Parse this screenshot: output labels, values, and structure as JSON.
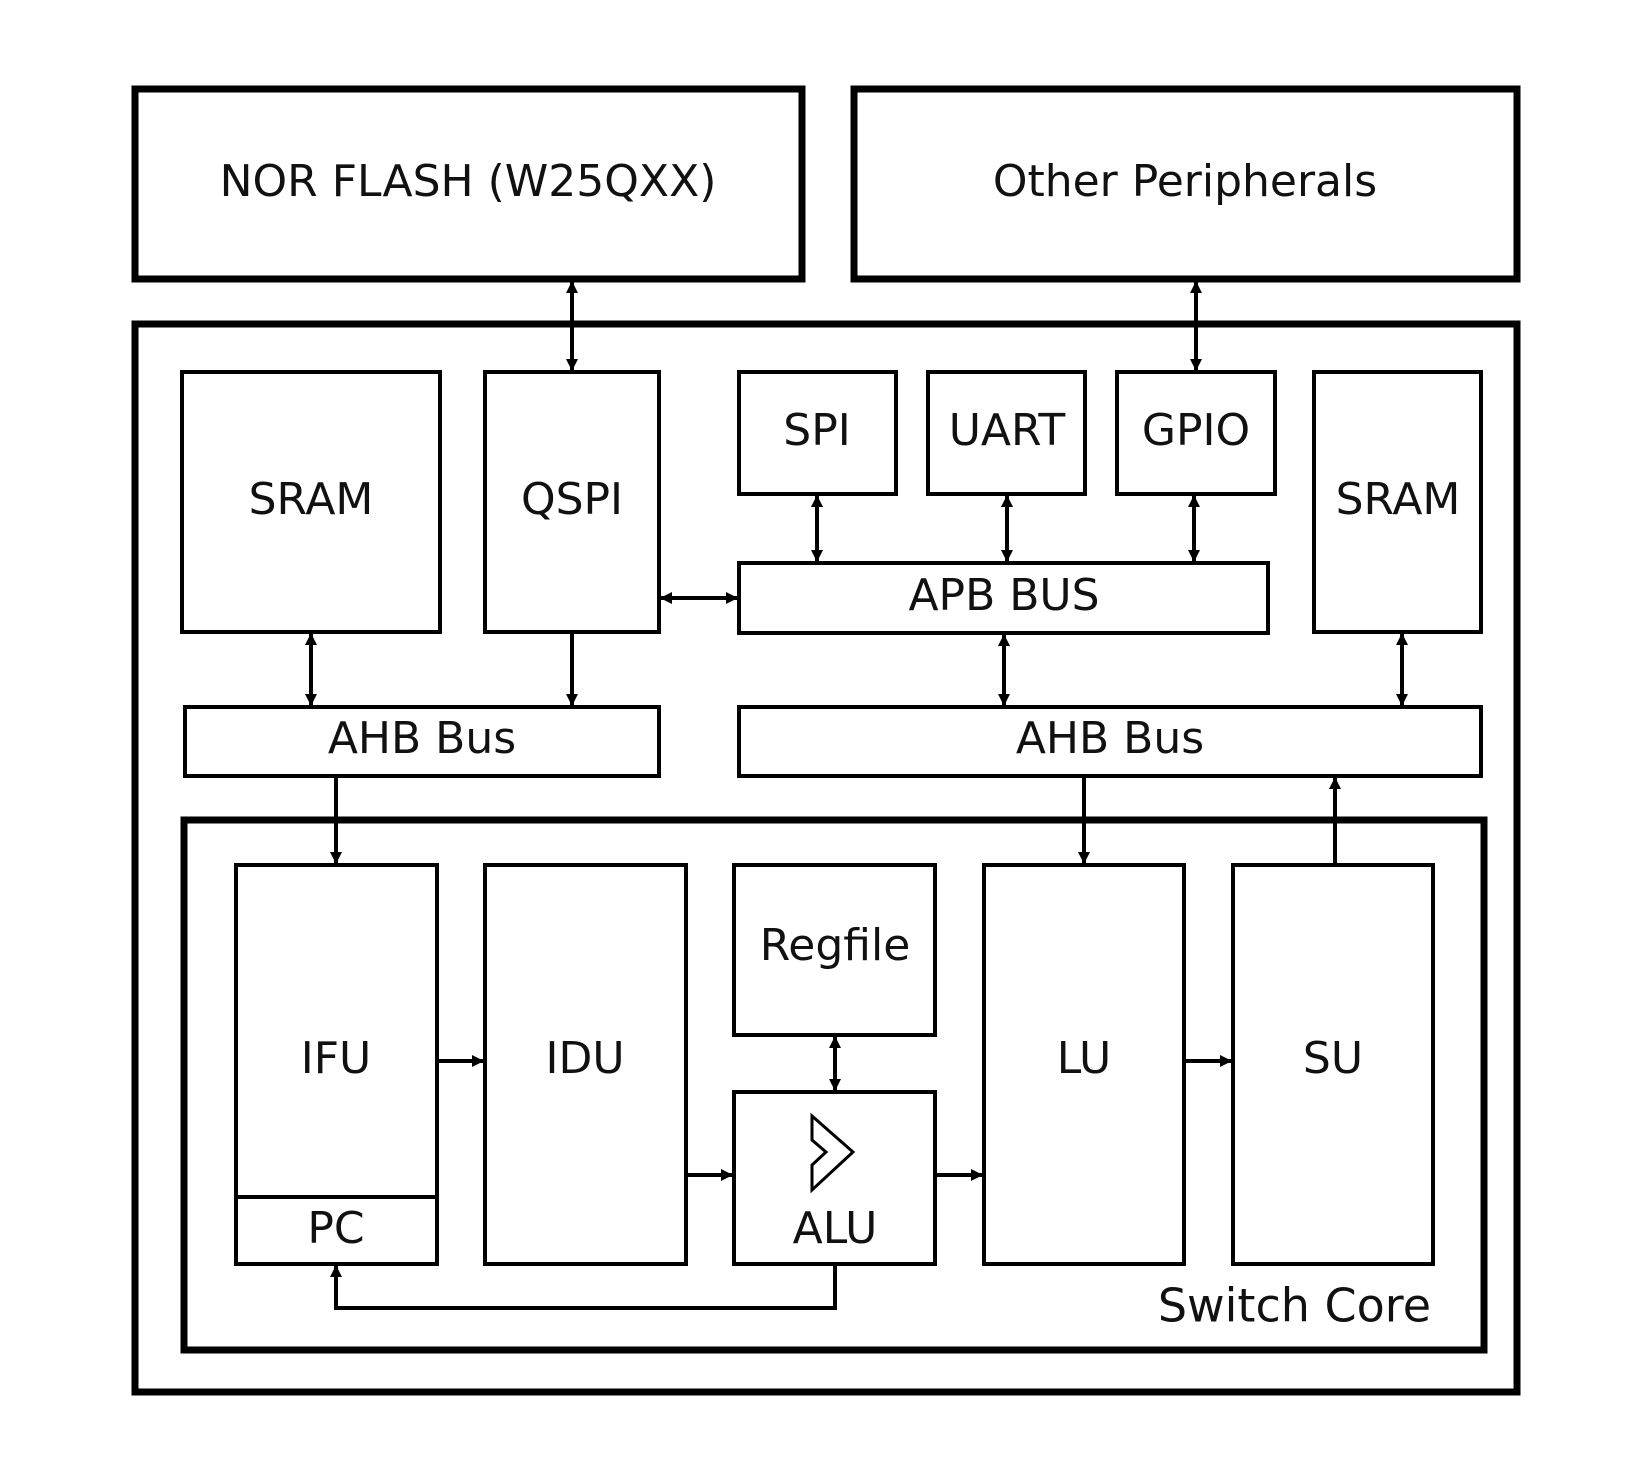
{
  "blocks": {
    "nor_flash": "NOR FLASH (W25QXX)",
    "other_peripherals": "Other Peripherals",
    "sram_left": "SRAM",
    "qspi": "QSPI",
    "spi": "SPI",
    "uart": "UART",
    "gpio": "GPIO",
    "sram_right": "SRAM",
    "apb_bus": "APB BUS",
    "ahb_bus_left": "AHB Bus",
    "ahb_bus_right": "AHB Bus",
    "ifu": "IFU",
    "pc": "PC",
    "idu": "IDU",
    "regfile": "Regfile",
    "alu": "ALU",
    "lu": "LU",
    "su": "SU",
    "switch_core": "Switch Core"
  },
  "alu_icon": "alu-symbol-icon"
}
